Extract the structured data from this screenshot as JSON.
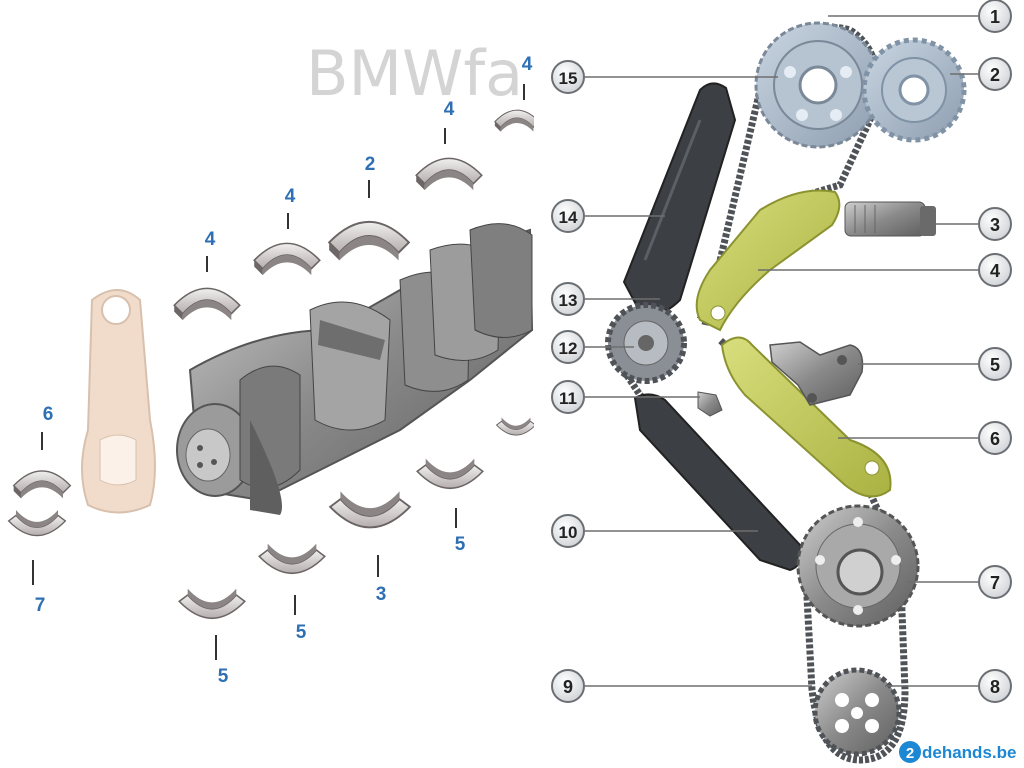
{
  "left_panel": {
    "watermark": "BMWfa",
    "labels": [
      "4",
      "4",
      "2",
      "4",
      "4",
      "6",
      "7",
      "5",
      "5",
      "3",
      "5"
    ],
    "label_color": "#2f6fb4"
  },
  "right_panel": {
    "callouts": [
      "1",
      "2",
      "3",
      "4",
      "5",
      "6",
      "7",
      "8",
      "9",
      "10",
      "11",
      "12",
      "13",
      "14",
      "15"
    ],
    "watermark_badge": "2",
    "watermark_text": "dehands.be",
    "watermark_color": "#1c87d3",
    "guide_color": "#c4ce5e",
    "chain_color": "#4f5357"
  }
}
